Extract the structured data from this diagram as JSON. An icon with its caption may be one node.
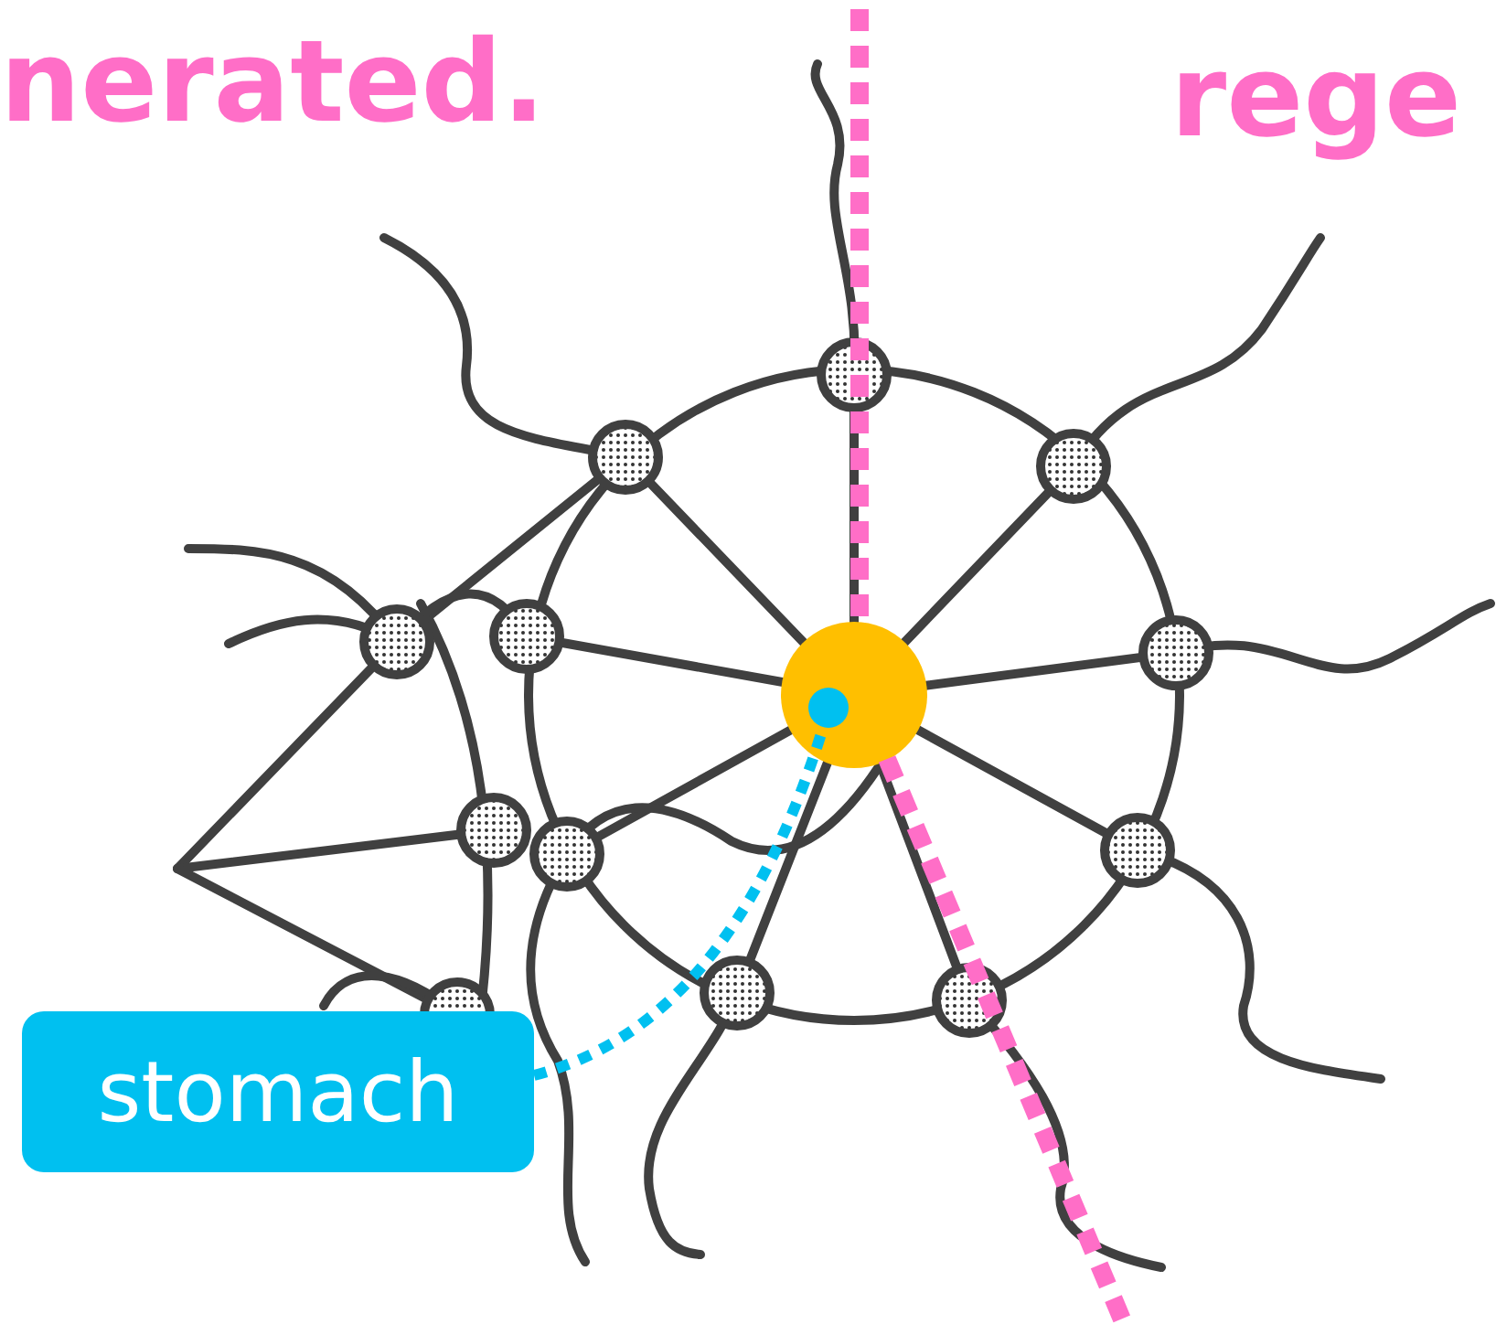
{
  "diagram": {
    "nodes": [
      {
        "text": [
          "stomach"
        ]
      },
      {
        "text": [],
        "shape": "circle"
      }
    ],
    "edges": [
      {
        "from": 0,
        "to": 1,
        "arrow": "none",
        "style": "dashed"
      }
    ],
    "labels": [
      "nerated.",
      "rege"
    ]
  }
}
